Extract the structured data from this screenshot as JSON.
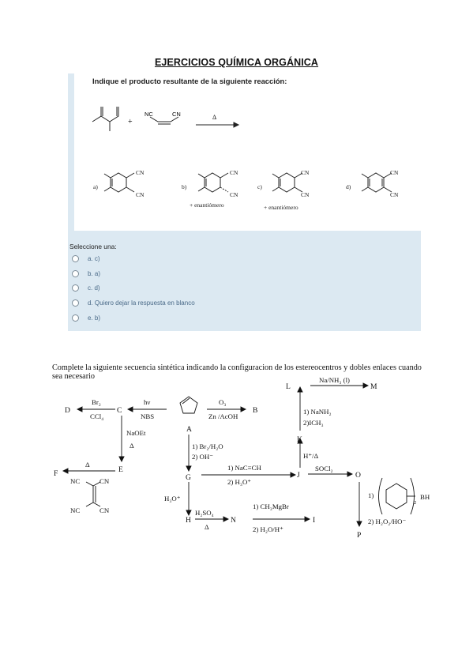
{
  "title": "EJERCICIOS QUÍMICA ORGÁNICA",
  "question1": {
    "prompt": "Indique el producto resultante de la siguiente reacción:",
    "reagent_nc": "NC",
    "reagent_cn": "CN",
    "plus": "+",
    "arrow_label": "Δ",
    "options": [
      {
        "letter": "a)",
        "cn_top": "CN",
        "cn_bottom": "CN",
        "note": ""
      },
      {
        "letter": "b)",
        "cn_top": "CN",
        "cn_bottom": "CN",
        "note": "+ enantiómero"
      },
      {
        "letter": "c)",
        "cn_top": "CN",
        "cn_bottom": "CN",
        "note": "+ enantiómero"
      },
      {
        "letter": "d)",
        "cn_top": "CN",
        "cn_bottom": "CN",
        "note": ""
      }
    ],
    "select_label": "Seleccione una:",
    "choices": [
      "a. c)",
      "b. a)",
      "c. d)",
      "d. Quiero dejar la respuesta en blanco",
      "e. b)"
    ]
  },
  "question2": {
    "text": "Complete la siguiente secuencia sintética indicando la configuracion de los estereocentros y dobles enlaces cuando sea necesario",
    "scheme": {
      "nodes": {
        "A": "A",
        "B": "B",
        "C": "C",
        "D": "D",
        "E": "E",
        "F": "F",
        "G": "G",
        "H": "H",
        "I": "I",
        "J": "J",
        "K": "K",
        "L": "L",
        "M": "M",
        "N": "N",
        "O": "O",
        "P": "P"
      },
      "reagents": {
        "c_to_d_top": "Br₂",
        "c_to_d_bot": "CCl₄",
        "a_to_c_top": "hν",
        "a_to_c_bot": "NBS",
        "a_to_b_top": "O₃",
        "a_to_b_bot": "Zn /AcOH",
        "c_to_e_1": "NaOEt",
        "c_to_e_2": "Δ",
        "e_to_f": "Δ",
        "f_nc1": "NC",
        "f_cn1": "CN",
        "f_nc2": "NC",
        "f_cn2": "CN",
        "a_to_g_1": "1) Br₂/H₂O",
        "a_to_g_2": "2) OH⁻",
        "g_to_j_1": "1)  NaC≡CH",
        "g_to_j_2": "2) H₃O⁺",
        "g_to_h": "H₃O⁺",
        "h_to_n_top": "H₂SO₄",
        "h_to_n_bot": "Δ",
        "n_to_i_top": "1) CH₃MgBr",
        "n_to_i_bot": "2) H₂O/H⁺",
        "j_to_k": "H⁺/Δ",
        "k_to_l_1": "1) NaNH₂",
        "k_to_l_2": "2)ICH₃",
        "l_to_m": "Na/NH₃ (l)",
        "j_to_o": "SOCl₂",
        "o_to_p_1": "1)",
        "o_to_p_bh": "BH",
        "o_to_p_sub": "2",
        "o_to_p_2": "2) H₂O₂/HO⁻"
      }
    }
  }
}
